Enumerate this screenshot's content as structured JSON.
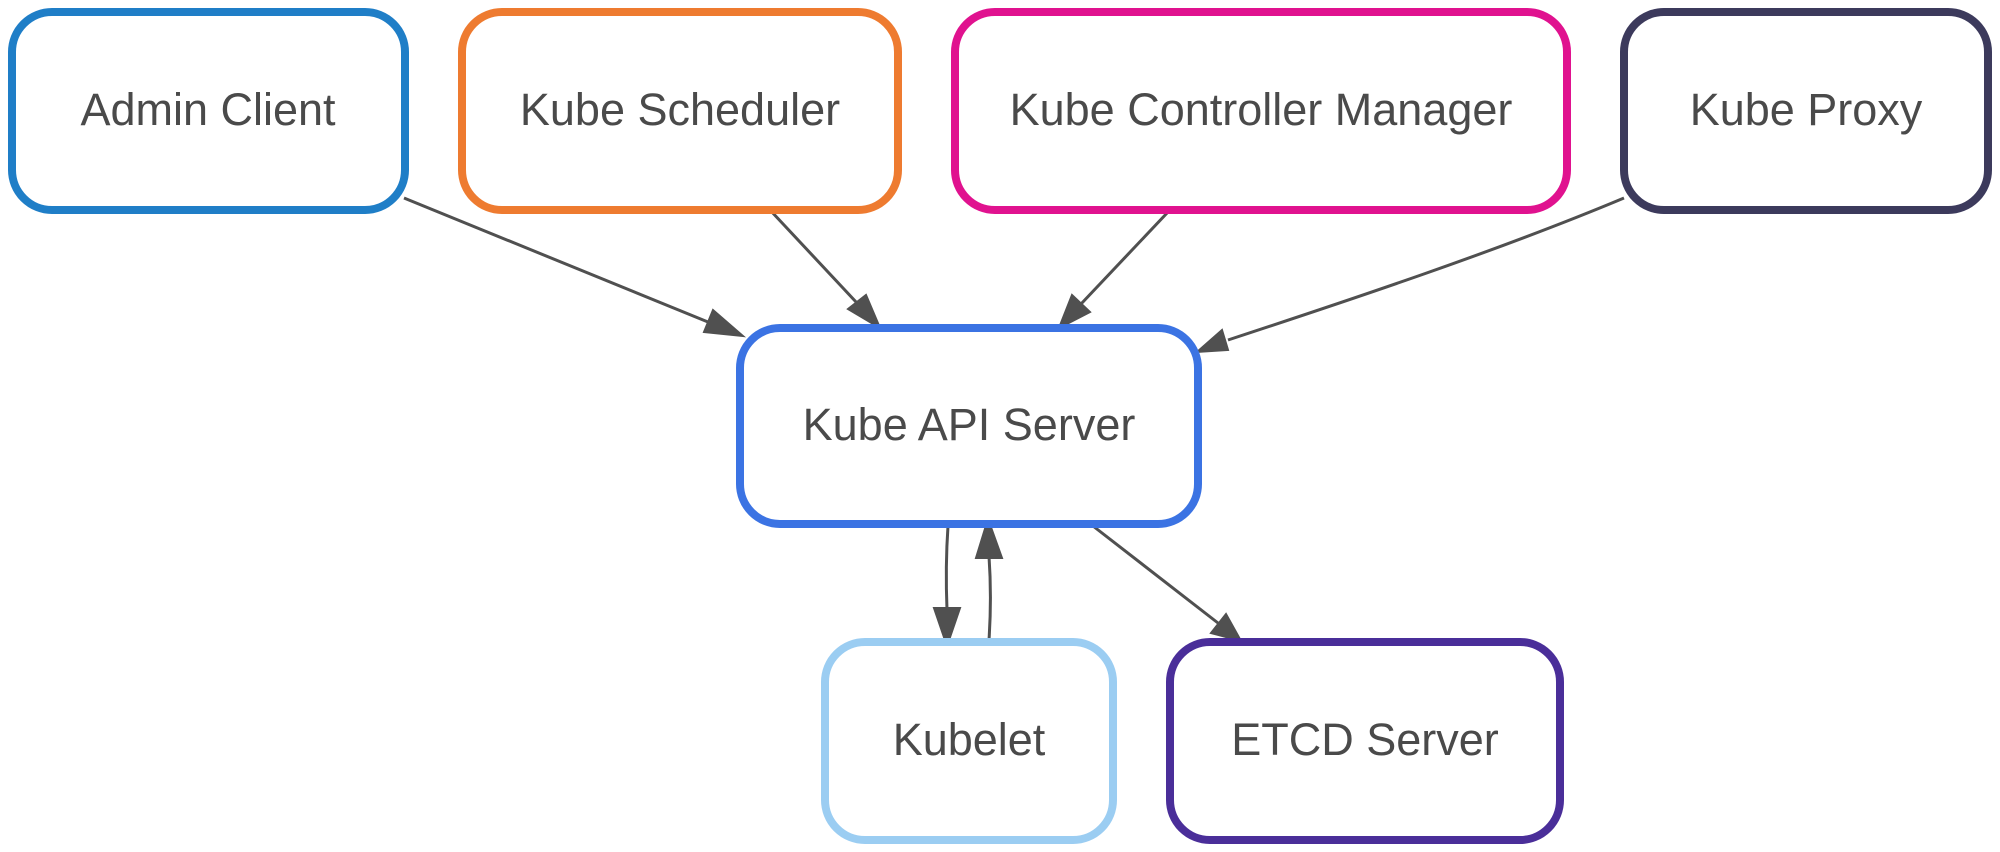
{
  "nodes": [
    {
      "id": "admin_client",
      "label": "Admin Client",
      "color": "#1F7EC7"
    },
    {
      "id": "kube_scheduler",
      "label": "Kube Scheduler",
      "color": "#EE7B30"
    },
    {
      "id": "kube_controller_manager",
      "label": "Kube Controller Manager",
      "color": "#E0128F"
    },
    {
      "id": "kube_proxy",
      "label": "Kube Proxy",
      "color": "#3C3A5C"
    },
    {
      "id": "kube_api_server",
      "label": "Kube API Server",
      "color": "#3B73E3"
    },
    {
      "id": "kubelet",
      "label": "Kubelet",
      "color": "#9BCDF2"
    },
    {
      "id": "etcd_server",
      "label": "ETCD Server",
      "color": "#4A2E99"
    }
  ],
  "edges": [
    {
      "from": "admin_client",
      "to": "kube_api_server"
    },
    {
      "from": "kube_scheduler",
      "to": "kube_api_server"
    },
    {
      "from": "kube_controller_manager",
      "to": "kube_api_server"
    },
    {
      "from": "kube_proxy",
      "to": "kube_api_server"
    },
    {
      "from": "kube_api_server",
      "to": "kubelet"
    },
    {
      "from": "kubelet",
      "to": "kube_api_server"
    },
    {
      "from": "kube_api_server",
      "to": "etcd_server"
    }
  ]
}
